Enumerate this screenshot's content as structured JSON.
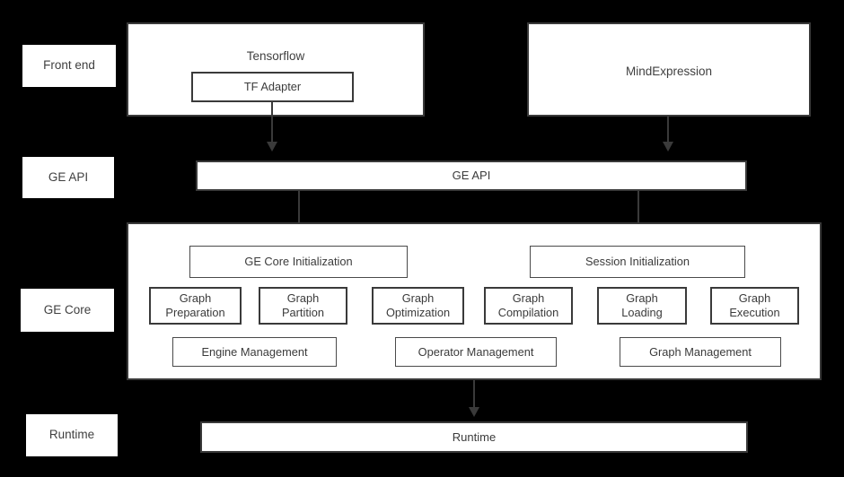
{
  "diagram": {
    "title": "GE architecture layered diagram",
    "background_color": "#000000",
    "box_fill_color": "#ffffff",
    "box_border_color": "#3a3a3a",
    "text_color": "#3f3f3f"
  },
  "layers": [
    {
      "label": "Front end"
    },
    {
      "label": "GE API"
    },
    {
      "label": "GE Core"
    },
    {
      "label": "Runtime"
    }
  ],
  "frontend": {
    "tensorflow": {
      "label": "Tensorflow",
      "child": {
        "label": "TF Adapter"
      }
    },
    "mindexpression": {
      "label": "MindExpression"
    }
  },
  "ge_api": {
    "label": "GE API"
  },
  "ge_core": {
    "init_boxes": [
      {
        "label": "GE Core Initialization"
      },
      {
        "label": "Session Initialization"
      }
    ],
    "module_boxes": [
      {
        "label": "Graph\nPreparation"
      },
      {
        "label": "Graph\nPartition"
      },
      {
        "label": "Graph\nOptimization"
      },
      {
        "label": "Graph\nCompilation"
      },
      {
        "label": "Graph\nLoading"
      },
      {
        "label": "Graph\nExecution"
      }
    ],
    "management_boxes": [
      {
        "label": "Engine Management"
      },
      {
        "label": "Operator Management"
      },
      {
        "label": "Graph Management"
      }
    ]
  },
  "runtime": {
    "label": "Runtime"
  }
}
